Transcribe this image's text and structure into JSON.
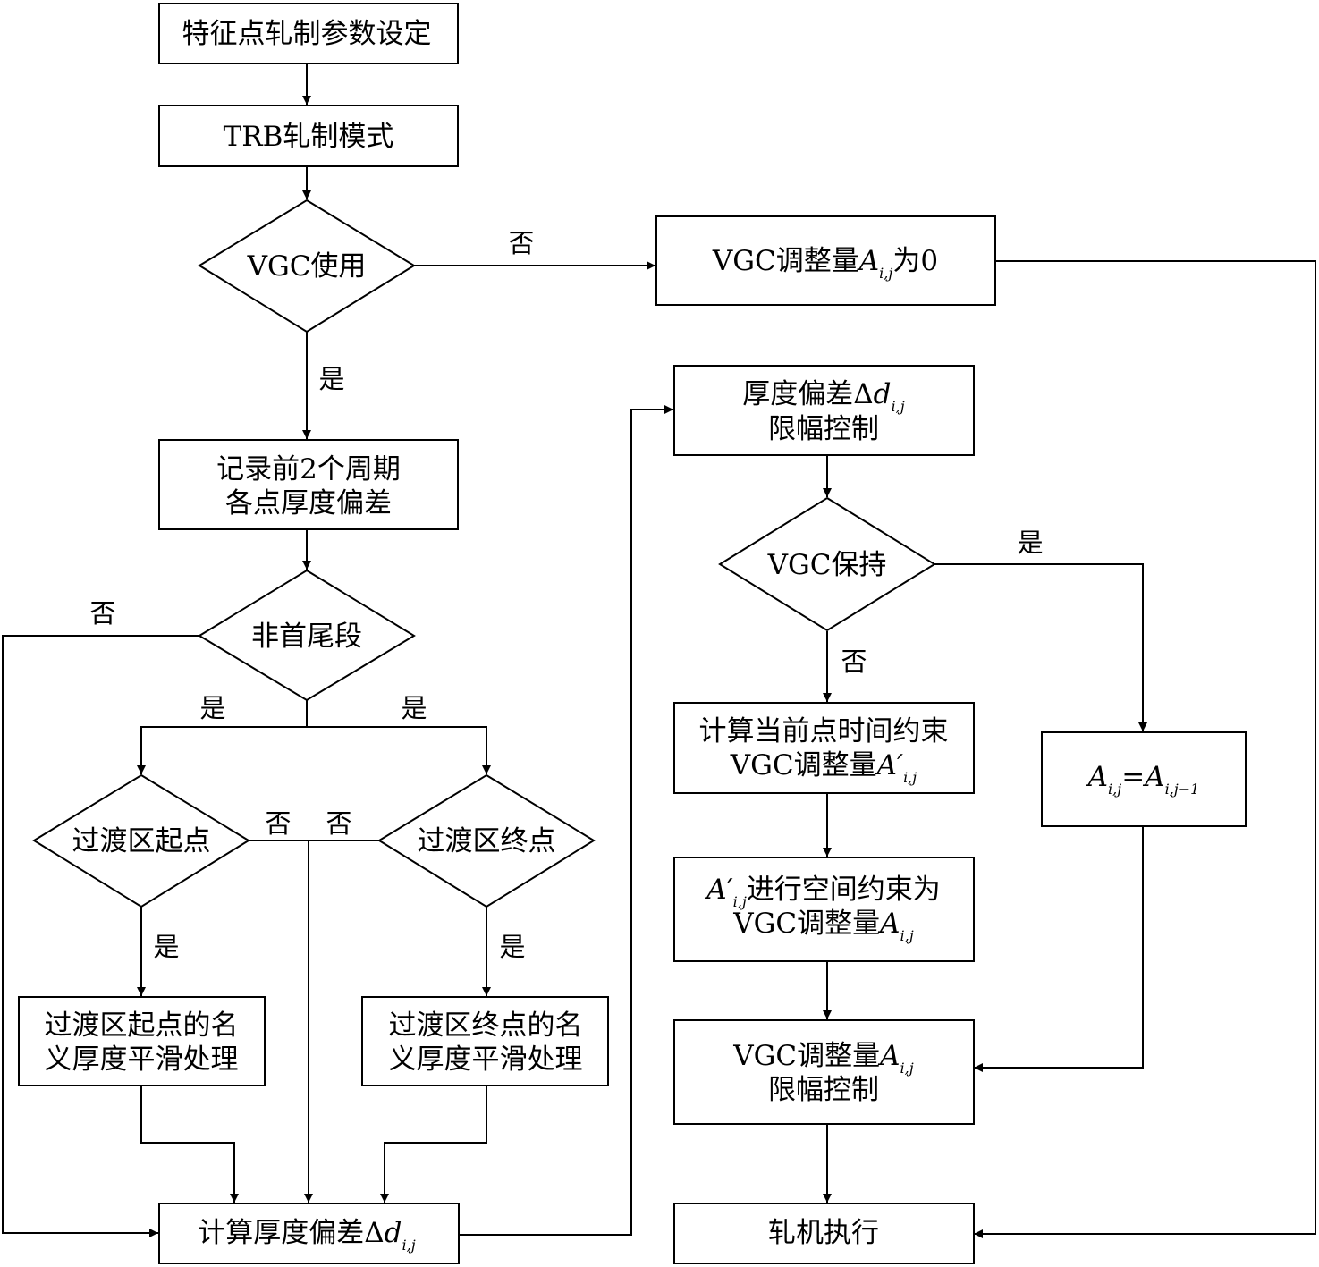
{
  "nodes": {
    "params_setting": "特征点轧制参数设定",
    "trb_mode": "TRB轧制模式",
    "vgc_use": "VGC使用",
    "vgc_zero_prefix": "VGC调整量",
    "vgc_zero_var": "A",
    "vgc_zero_sub": "i,j",
    "vgc_zero_suffix": "为0",
    "record_line1": "记录前2个周期",
    "record_line2": "各点厚度偏差",
    "non_head_tail": "非首尾段",
    "trans_start": "过渡区起点",
    "trans_end": "过渡区终点",
    "smooth_start_line1": "过渡区起点的名",
    "smooth_start_line2": "义厚度平滑处理",
    "smooth_end_line1": "过渡区终点的名",
    "smooth_end_line2": "义厚度平滑处理",
    "calc_dev_prefix": "计算厚度偏差Δ",
    "calc_dev_var": "d",
    "calc_dev_sub": "i,j",
    "dev_limit_prefix": "厚度偏差Δ",
    "dev_limit_var": "d",
    "dev_limit_sub": "i,j",
    "dev_limit_line2": "限幅控制",
    "vgc_hold": "VGC保持",
    "time_constraint_line1": "计算当前点时间约束",
    "time_constraint_prefix": "VGC调整量",
    "time_constraint_var": "A′",
    "time_constraint_sub": "i,j",
    "space_var": "A′",
    "space_sub": "i,j",
    "space_suffix": "进行空间约束为",
    "space_line2_prefix": "VGC调整量",
    "space_line2_var": "A",
    "space_line2_sub": "i,j",
    "hold_lhs_var": "A",
    "hold_lhs_sub": "i,j",
    "hold_eq": "=",
    "hold_rhs_var": "A",
    "hold_rhs_sub": "i,j−1",
    "vgc_limit_prefix": "VGC调整量",
    "vgc_limit_var": "A",
    "vgc_limit_sub": "i,j",
    "vgc_limit_line2": "限幅控制",
    "mill_exec": "轧机执行"
  },
  "edge_labels": {
    "yes": "是",
    "no": "否"
  }
}
